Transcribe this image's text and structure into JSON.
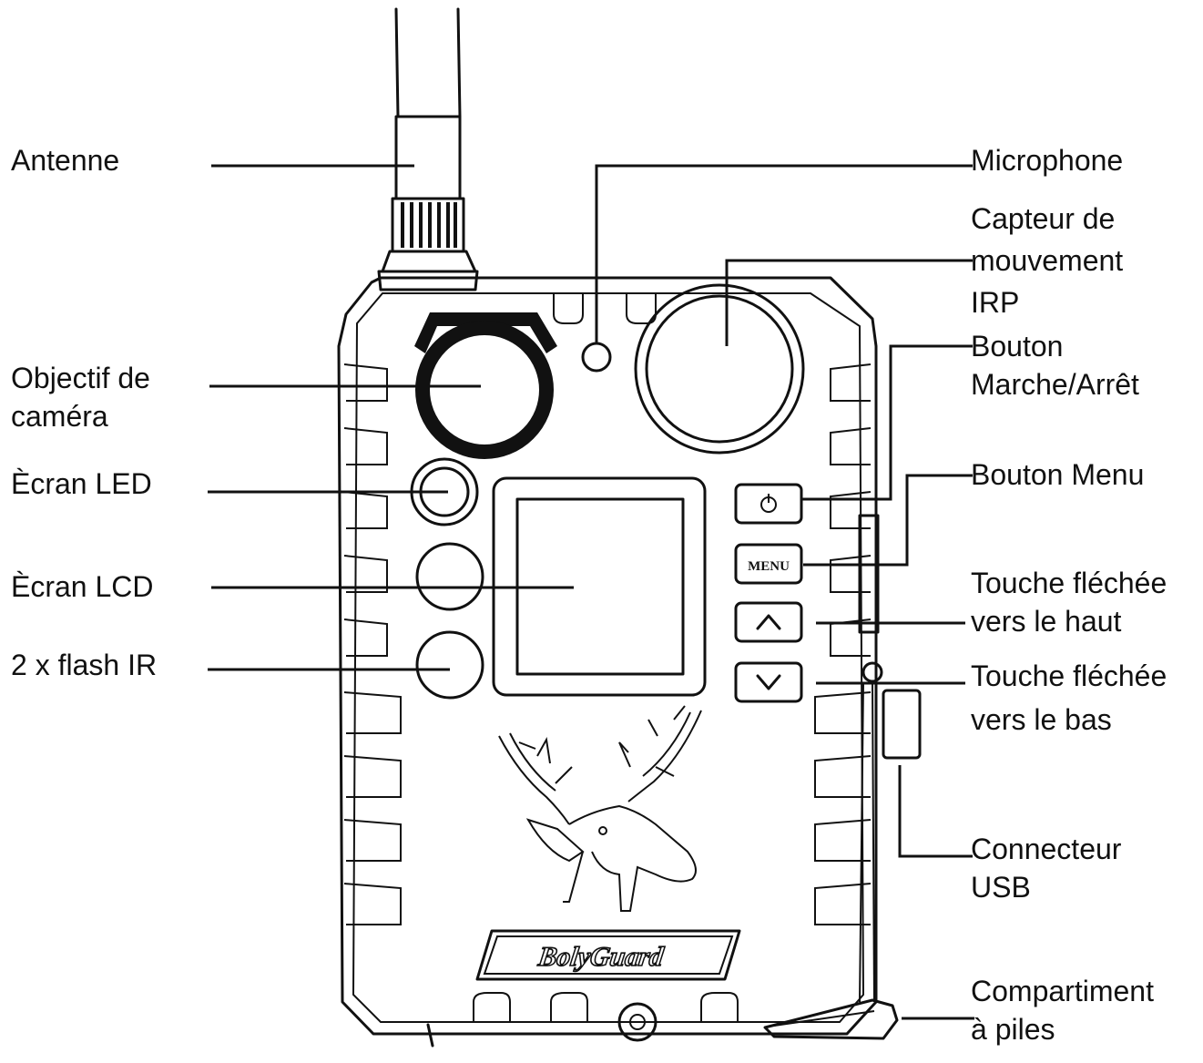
{
  "labels_left": [
    {
      "id": "antenne",
      "lines": [
        "Antenne"
      ]
    },
    {
      "id": "objectif",
      "lines": [
        "Objectif de",
        "caméra"
      ]
    },
    {
      "id": "ecran-led",
      "lines": [
        "Ècran LED"
      ]
    },
    {
      "id": "ecran-lcd",
      "lines": [
        "Ècran LCD"
      ]
    },
    {
      "id": "flash-ir",
      "lines": [
        "2 x flash IR"
      ]
    }
  ],
  "labels_right": [
    {
      "id": "microphone",
      "lines": [
        "Microphone"
      ]
    },
    {
      "id": "capteur",
      "lines": [
        "Capteur de",
        "mouvement",
        "IRP"
      ]
    },
    {
      "id": "marche-arret",
      "lines": [
        "Bouton",
        "Marche/Arrêt"
      ]
    },
    {
      "id": "menu",
      "lines": [
        "Bouton Menu"
      ]
    },
    {
      "id": "haut",
      "lines": [
        "Touche fléchée",
        "vers le haut"
      ]
    },
    {
      "id": "bas",
      "lines": [
        "Touche fléchée",
        "vers le bas"
      ]
    },
    {
      "id": "usb",
      "lines": [
        "Connecteur",
        "USB"
      ]
    },
    {
      "id": "piles",
      "lines": [
        "Compartiment",
        "à piles"
      ]
    }
  ],
  "device": {
    "brand_logo": "BolyGuard",
    "menu_key_text": "MENU",
    "power_icon": "power-icon",
    "up_icon": "chevron-up-icon",
    "down_icon": "chevron-down-icon"
  }
}
